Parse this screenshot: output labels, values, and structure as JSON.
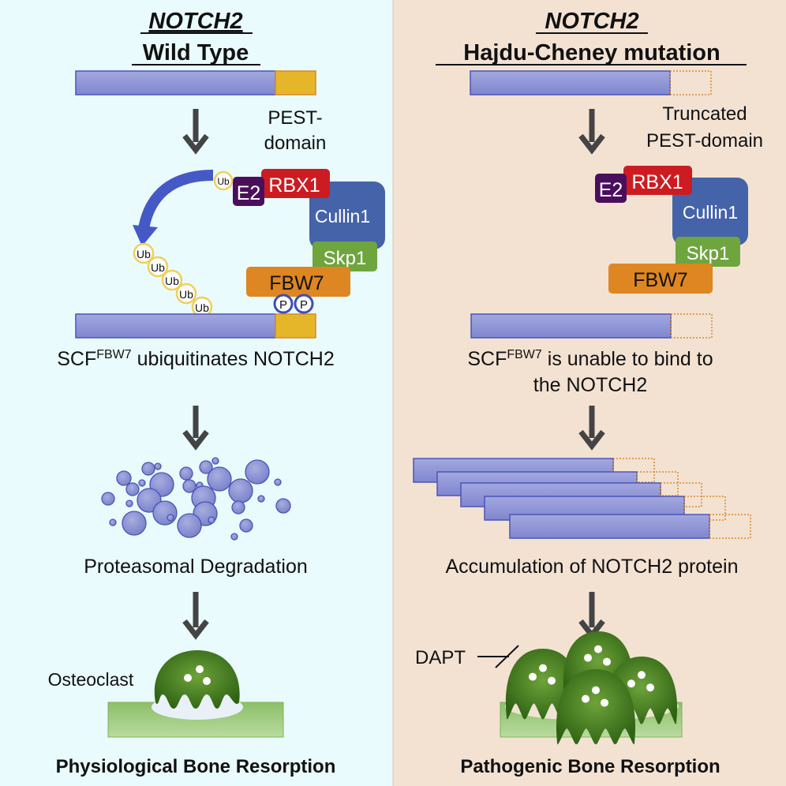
{
  "colors": {
    "left_bg": "#e9fbfd",
    "right_bg": "#f3e2d2",
    "protein": "#8e93d4",
    "protein_stroke": "#4a55b8",
    "pest": "#e6b62a",
    "pest_stroke": "#d9892a",
    "rbx1": "#cc1c22",
    "e2": "#4a0f5c",
    "cullin1": "#4563a8",
    "skp1": "#6fa53e",
    "fbw7": "#de8622",
    "ub_ring": "#f0cf5a",
    "phospho_ring": "#3e4fb5",
    "arrow": "#444444",
    "ub_arrow": "#4559c6",
    "osteoclast": "#4e8a23",
    "bone": "#a9d08a"
  },
  "left": {
    "gene": "NOTCH2",
    "title": "Wild Type",
    "pest_label_1": "PEST-",
    "pest_label_2": "domain",
    "complex": {
      "e2": "E2",
      "rbx1": "RBX1",
      "cullin1": "Cullin1",
      "skp1": "Skp1",
      "fbw7": "FBW7",
      "ub": "Ub",
      "phospho": "P"
    },
    "caption_prefix": "SCF",
    "caption_sup": "FBW7",
    "caption_suffix": " ubiquitinates NOTCH2",
    "degradation_label": "Proteasomal Degradation",
    "cell_label": "Osteoclast",
    "outcome": "Physiological Bone Resorption"
  },
  "right": {
    "gene": "NOTCH2",
    "title": "Hajdu-Cheney mutation",
    "pest_label_1": "Truncated",
    "pest_label_2": "PEST-domain",
    "complex": {
      "e2": "E2",
      "rbx1": "RBX1",
      "cullin1": "Cullin1",
      "skp1": "Skp1",
      "fbw7": "FBW7"
    },
    "caption_prefix": "SCF",
    "caption_sup": "FBW7",
    "caption_line1_suffix": " is unable to bind to",
    "caption_line2": "the NOTCH2",
    "accumulation_label": "Accumulation of NOTCH2 protein",
    "inhibitor": "DAPT",
    "outcome": "Pathogenic Bone Resorption"
  }
}
